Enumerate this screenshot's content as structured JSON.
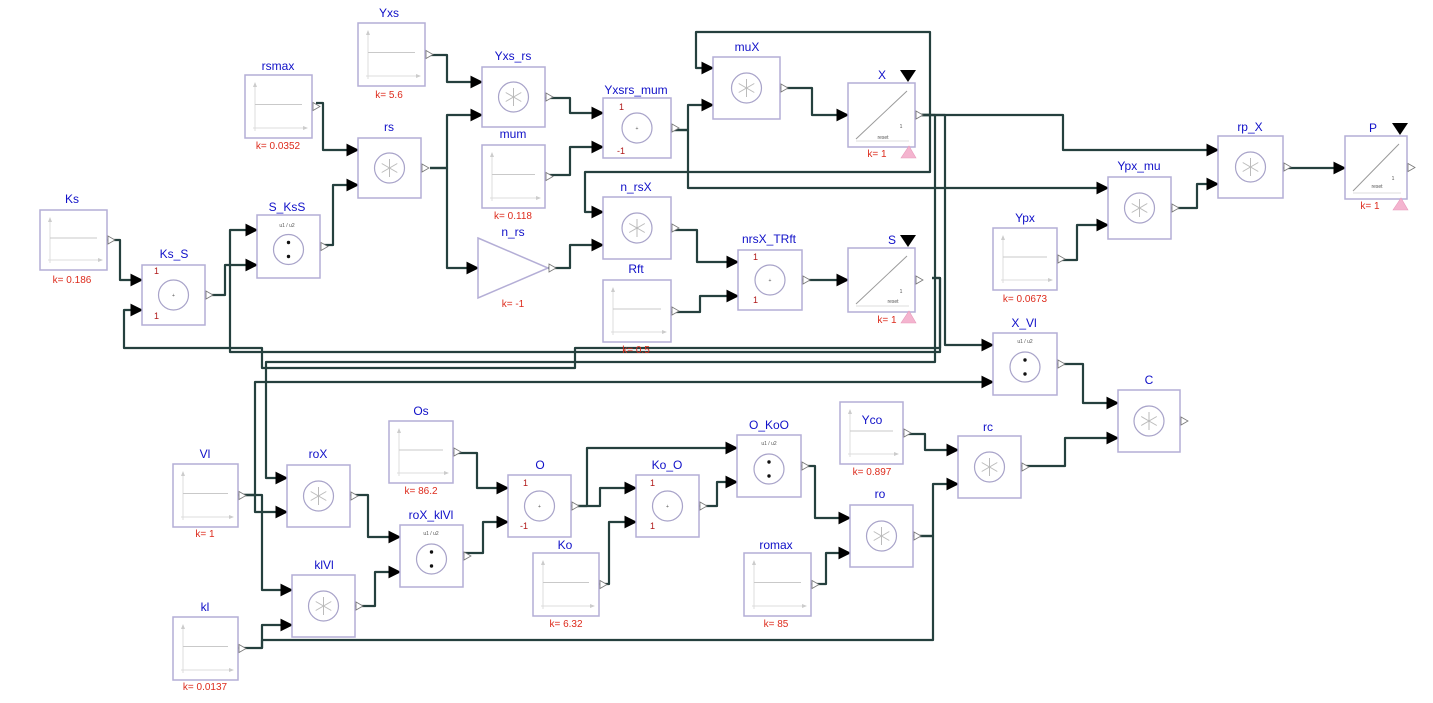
{
  "blocks": {
    "ks": {
      "name": "Ks",
      "k": "k= 0.186"
    },
    "ks_s": {
      "name": "Ks_S",
      "sign1": "1",
      "sign2": "1"
    },
    "s_kss": {
      "name": "S_KsS",
      "op": "u1 / u2"
    },
    "rsmax": {
      "name": "rsmax",
      "k": "k= 0.0352"
    },
    "rs": {
      "name": "rs"
    },
    "yxs": {
      "name": "Yxs",
      "k": "k= 5.6"
    },
    "yxs_rs": {
      "name": "Yxs_rs"
    },
    "mum": {
      "name": "mum",
      "k": "k= 0.118"
    },
    "n_rs": {
      "name": "n_rs",
      "k": "k= -1"
    },
    "yxsrs_mum": {
      "name": "Yxsrs_mum",
      "sign1": "1",
      "sign2": "-1"
    },
    "mux": {
      "name": "muX"
    },
    "n_rsx": {
      "name": "n_rsX"
    },
    "x": {
      "name": "X",
      "k": "k= 1",
      "reset": "reset"
    },
    "rft": {
      "name": "Rft",
      "k": "k= 0.5"
    },
    "nrsx_trft": {
      "name": "nrsX_TRft",
      "sign1": "1",
      "sign2": "1"
    },
    "s": {
      "name": "S",
      "k": "k= 1",
      "reset": "reset"
    },
    "rp_x": {
      "name": "rp_X"
    },
    "ypx_mu": {
      "name": "Ypx_mu"
    },
    "ypx": {
      "name": "Ypx",
      "k": "k= 0.0673"
    },
    "p": {
      "name": "P",
      "k": "k= 1",
      "reset": "reset"
    },
    "x_vl": {
      "name": "X_Vl",
      "op": "u1 / u2"
    },
    "c": {
      "name": "C"
    },
    "vl": {
      "name": "Vl",
      "k": "k= 1"
    },
    "rox": {
      "name": "roX"
    },
    "os": {
      "name": "Os",
      "k": "k= 86.2"
    },
    "o": {
      "name": "O",
      "sign1": "1",
      "sign2": "-1"
    },
    "ko_o": {
      "name": "Ko_O",
      "sign1": "1",
      "sign2": "1"
    },
    "o_koo": {
      "name": "O_KoO",
      "op": "u1 / u2"
    },
    "yco": {
      "name": "Yco",
      "k": "k= 0.897"
    },
    "rc": {
      "name": "rc"
    },
    "rox_klvl": {
      "name": "roX_klVl",
      "op": "u1 / u2"
    },
    "ko": {
      "name": "Ko",
      "k": "k= 6.32"
    },
    "ro": {
      "name": "ro"
    },
    "romax": {
      "name": "romax",
      "k": "k= 85"
    },
    "klvl": {
      "name": "klVl"
    },
    "kl": {
      "name": "kl",
      "k": "k= 0.0137"
    }
  },
  "colors": {
    "block_border": "#b4aed6",
    "wire": "#25403e",
    "name_text": "#1010c8",
    "param_text": "#dd2b1c",
    "reset_marker": "#f4b4cf"
  },
  "icons": {
    "constant": "constant-source-icon",
    "product": "product-icon",
    "sum": "sum-icon",
    "divide": "divide-icon",
    "gain": "gain-triangle-icon",
    "integrator": "integrator-icon"
  }
}
